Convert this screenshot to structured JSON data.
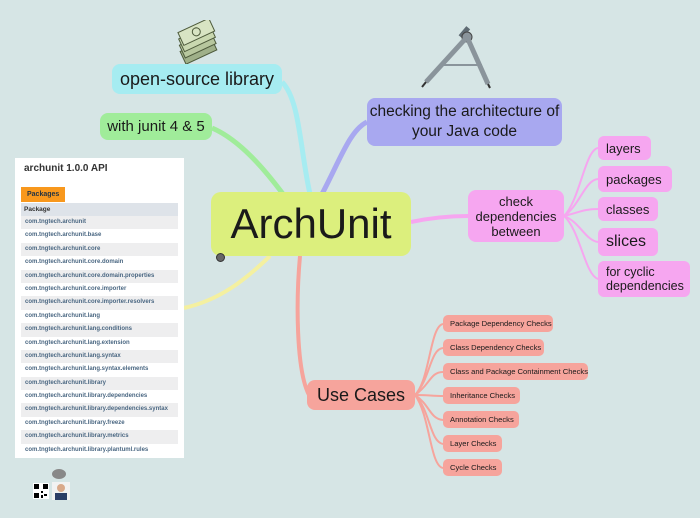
{
  "central": {
    "label": "ArchUnit"
  },
  "branches": {
    "open_source": "open-source library",
    "junit": "with junit 4 & 5",
    "architecture": "checking the architecture of your Java code",
    "check_deps": "check dependencies between",
    "use_cases": "Use Cases"
  },
  "dependency_targets": [
    "layers",
    "packages",
    "classes",
    "slices",
    "for cyclic dependencies"
  ],
  "use_case_items": [
    "Package Dependency Checks",
    "Class Dependency Checks",
    "Class and Package Containment Checks",
    "Inheritance Checks",
    "Annotation Checks",
    "Layer Checks",
    "Cycle Checks"
  ],
  "api_panel": {
    "title": "archunit 1.0.0 API",
    "tab": "Packages",
    "header": "Package",
    "packages": [
      "com.tngtech.archunit",
      "com.tngtech.archunit.base",
      "com.tngtech.archunit.core",
      "com.tngtech.archunit.core.domain",
      "com.tngtech.archunit.core.domain.properties",
      "com.tngtech.archunit.core.importer",
      "com.tngtech.archunit.core.importer.resolvers",
      "com.tngtech.archunit.lang",
      "com.tngtech.archunit.lang.conditions",
      "com.tngtech.archunit.lang.extension",
      "com.tngtech.archunit.lang.syntax",
      "com.tngtech.archunit.lang.syntax.elements",
      "com.tngtech.archunit.library",
      "com.tngtech.archunit.library.dependencies",
      "com.tngtech.archunit.library.dependencies.syntax",
      "com.tngtech.archunit.library.freeze",
      "com.tngtech.archunit.library.metrics",
      "com.tngtech.archunit.library.plantuml.rules"
    ]
  },
  "colors": {
    "background": "#d6e5e5",
    "central": "#dcef7d",
    "open_source": "#a6ecf1",
    "junit": "#a0ec9a",
    "architecture": "#a8a8f0",
    "dependencies": "#f6a6f0",
    "use_cases": "#f6a49c",
    "api_tab": "#f8981d"
  },
  "icons": [
    "money-icon",
    "compass-icon",
    "qr-code-icon",
    "author-avatar-icon",
    "collapse-dot-icon"
  ]
}
